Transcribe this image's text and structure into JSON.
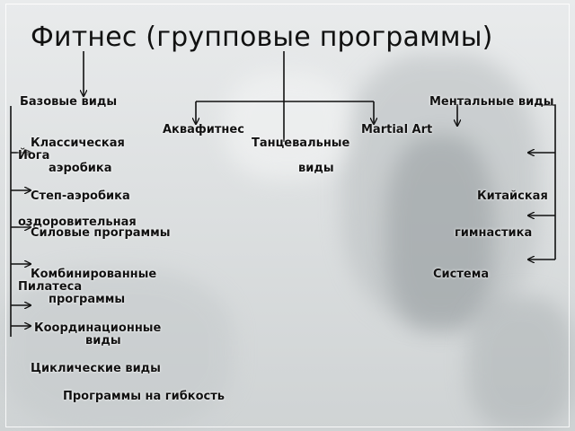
{
  "title": "Фитнес (групповые программы)",
  "categories": {
    "basic": "Базовые виды",
    "mental": "Ментальные виды",
    "aqua": "Аквафитнес",
    "martial": "Martial Art"
  },
  "basic_items": {
    "classic_1": "Классическая",
    "classic_2": "аэробика",
    "step": "Степ-аэробика",
    "strength": "Силовые программы",
    "combined_1": "Комбинированные",
    "combined_2": "программы",
    "coord_1": "Координационные",
    "coord_2": "виды",
    "cyclic": "Циклические виды",
    "flex": "Программы на гибкость"
  },
  "dance": {
    "line1": "Танцевальные",
    "line2": "виды"
  },
  "mental_items": {
    "yoga": "Йога",
    "chinese_1": "Китайская",
    "chinese_2": "оздоровительная",
    "chinese_3": "гимнастика",
    "pilates_1": "Система",
    "pilates_2": "Пилатеса"
  },
  "colors": {
    "text": "#111111",
    "lines": "#111111",
    "background": "#dfe2e3"
  }
}
